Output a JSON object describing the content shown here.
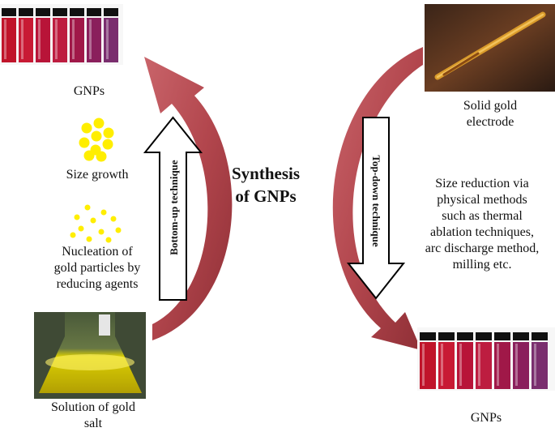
{
  "center": {
    "line1": "Synthesis",
    "line2": "of GNPs"
  },
  "left": {
    "gnps_label": "GNPs",
    "size_growth_label": "Size growth",
    "nucleation_lines": [
      "Nucleation of",
      "gold particles by",
      "reducing agents"
    ],
    "solution_lines": [
      "Solution of gold",
      "salt"
    ],
    "arrow_label": "Bottom-up technique"
  },
  "right": {
    "electrode_lines": [
      "Solid gold",
      "electrode"
    ],
    "size_reduction_lines": [
      "Size reduction via",
      "physical methods",
      "such as thermal",
      "ablation techniques,",
      "arc discharge method,",
      "milling etc."
    ],
    "gnps_label": "GNPs",
    "arrow_label": "Top-down technique"
  },
  "colors": {
    "curved_arrow": "#b2464d",
    "particle": "#ffee00",
    "vial_colors": [
      "#c0142a",
      "#c81a34",
      "#b81438",
      "#bd1d40",
      "#a01848",
      "#8a1f5c",
      "#7a2e6e"
    ]
  },
  "icons": [
    "vials-image",
    "gold-electrode-image",
    "flask-image",
    "gold-particle-icon"
  ]
}
